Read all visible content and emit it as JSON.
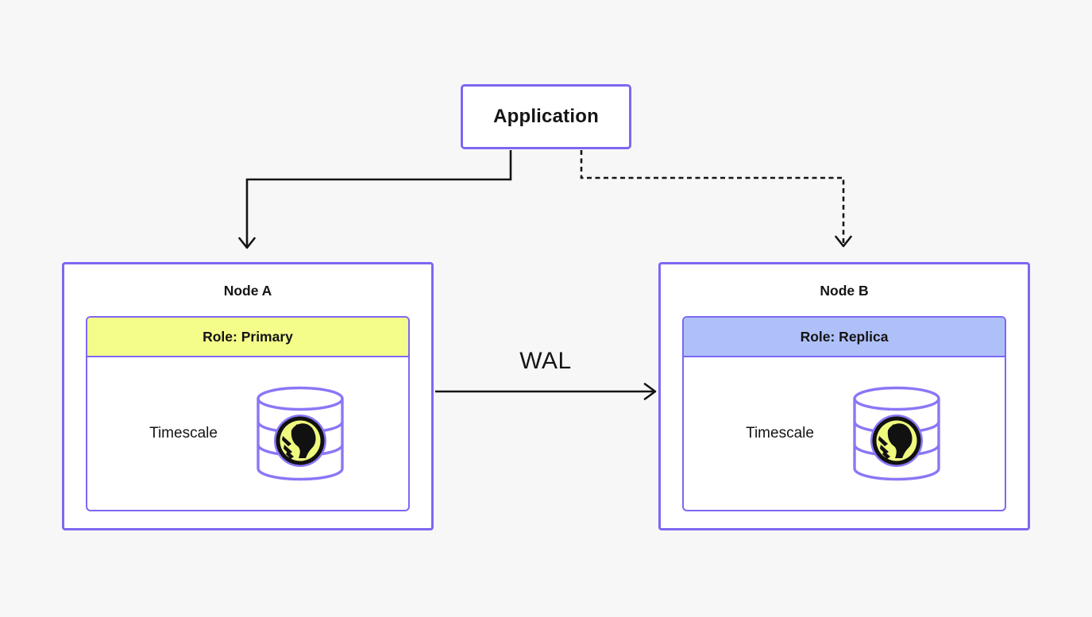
{
  "application": {
    "label": "Application"
  },
  "nodes": [
    {
      "id": "node-a",
      "title": "Node A",
      "role": "Role: Primary",
      "db": "Timescale",
      "role_color": "#F4FD8A"
    },
    {
      "id": "node-b",
      "title": "Node B",
      "role": "Role: Replica",
      "db": "Timescale",
      "role_color": "#AFC0F8"
    }
  ],
  "edges": [
    {
      "from": "application",
      "to": "node-a",
      "style": "solid-elbow-arrow"
    },
    {
      "from": "application",
      "to": "node-b",
      "style": "dashed-elbow-arrow"
    },
    {
      "from": "node-a",
      "to": "node-b",
      "style": "solid-arrow",
      "label": "WAL"
    }
  ],
  "icons": [
    {
      "name": "database-cylinder-icon",
      "meaning": "database cylinder with Timescale tiger badge"
    },
    {
      "name": "timescale-tiger-logo",
      "meaning": "Timescale brand tiger mark in yellow circular badge"
    }
  ],
  "colors": {
    "background": "#F7F7F8",
    "box_border": "#7C68F2",
    "primary_role_bg": "#F4FD8A",
    "replica_role_bg": "#AFC0F8",
    "connector": "#141414",
    "badge_yellow": "#EFF97E",
    "badge_ring": "#111111"
  }
}
